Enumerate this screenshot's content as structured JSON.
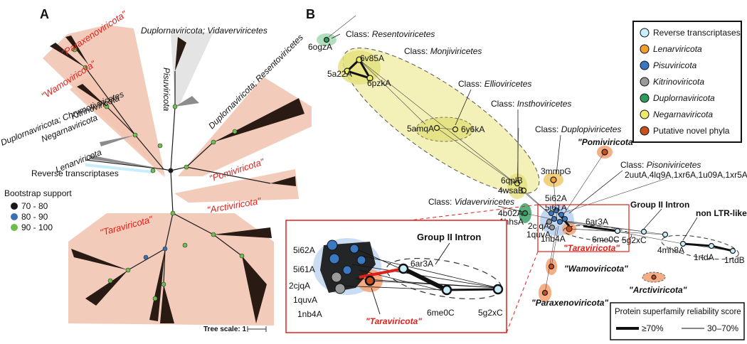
{
  "panel_a": {
    "label": "A",
    "clades": {
      "paraxenoviricota": "\"Paraxenoviricota\"",
      "wamoviricota": "\"Wamoviricota\"",
      "dup_vidaver": "Duplornaviricota; Vidaverviricetes",
      "pisuviricota": "Pisuviricota",
      "dup_resento": "Duplornaviricota; Resentoviricetes",
      "kitrinoviricota": "Kitrinoviricota",
      "negarnaviricota": "Negarnaviricota",
      "dup_chrymo": "Duplornaviricota; Chrymotiviricetes",
      "lenarviricota": "Lenarviricota",
      "reverse_transcriptases": "Reverse transcriptases",
      "pomiviricota": "\"Pomiviricota\"",
      "arctiviricota": "\"Arctiviricota\"",
      "taraviricota": "\"Taraviricota\""
    },
    "legend": {
      "title": "Bootstrap support",
      "items": [
        {
          "label": "70 - 80",
          "color": "#1a1a1a"
        },
        {
          "label": "80 - 90",
          "color": "#3b6fb6"
        },
        {
          "label": "90 - 100",
          "color": "#6cbf4a"
        }
      ]
    },
    "scale_label": "Tree scale: 1"
  },
  "panel_b": {
    "label": "B",
    "classes": {
      "resento": {
        "prefix": "Class: ",
        "name": "Resentoviricetes"
      },
      "monji": {
        "prefix": "Class: ",
        "name": "Monjiviricetes"
      },
      "ellio": {
        "prefix": "Class: ",
        "name": "Ellioviricetes"
      },
      "instho": {
        "prefix": "Class: ",
        "name": "Insthoviricetes"
      },
      "duplopi": {
        "prefix": "Class: ",
        "name": "Duplopiviricetes"
      },
      "pisoni": {
        "prefix": "Class: ",
        "name": "Pisoniviricetes"
      },
      "pisoni_ids": "2uutA,4lq9A,1xr6A,1u09A,1xr5A",
      "vidaver": {
        "prefix": "Class: ",
        "name": "Vidaverviricetes"
      }
    },
    "nodes": {
      "n6ogzA": "6ogzA",
      "n6v85A": "6v85A",
      "n5a22A": "5a22A",
      "n6pzkA": "6pzkA",
      "n5amqA": "5amqA",
      "n6y6kA": "6y6kA",
      "n6qplB": "6qplB",
      "n4wsaB": "4wsaB",
      "n3mmpG": "3mmpG",
      "n5i62A": "5i62A",
      "n5i61A": "5i61A",
      "n4b02A": "4b02A",
      "n1hhsA": "1hhsA",
      "n2cjqA": "2cjqA",
      "n1quvA": "1quvA",
      "n1nb4A": "1nb4A",
      "n6ar3A": "6ar3A",
      "n6me0C": "6me0C",
      "n5g2xC": "5g2xC",
      "n4mh8A": "4mh8A",
      "n1rtdA": "1rtdA",
      "n1rtdB": "1rtdB"
    },
    "group_labels": {
      "pomiviricota": "\"Pomiviricota\"",
      "taraviricota": "\"Taraviricota\"",
      "wamoviricota": "\"Wamoviricota\"",
      "arctiviricota": "\"Arctiviricota\"",
      "paraxenoviricota": "\"Paraxenoviricota\"",
      "group_ii": "Group II Intron",
      "non_ltr": "non LTR-like"
    },
    "inset": {
      "nodes": {
        "n5i62A": "5i62A",
        "n5i61A": "5i61A",
        "n2cjqA": "2cjqA",
        "n1quvA": "1quvA",
        "n1nb4A": "1nb4A",
        "n6ar3A": "6ar3A",
        "n6me0C": "6me0C",
        "n5g2xC": "5g2xC"
      },
      "group_ii": "Group II Intron",
      "taraviricota": "\"Taraviricota\""
    },
    "legend": {
      "items": [
        {
          "label": "Reverse transcriptases",
          "color": "#c9eefb"
        },
        {
          "label": "Lenarviricota",
          "color": "#f0a030"
        },
        {
          "label": "Pisuviricota",
          "color": "#3a78c2"
        },
        {
          "label": "Kitrinoviricota",
          "color": "#9a9a9a"
        },
        {
          "label": "Duplornaviricota",
          "color": "#2e9a5c"
        },
        {
          "label": "Negarnaviricota",
          "color": "#ecec6a"
        },
        {
          "label": "Putative novel phyla",
          "color": "#c8501e"
        }
      ]
    },
    "score_legend": {
      "title": "Protein superfamily reliability score",
      "high": "≥70%",
      "low": "30–70%"
    }
  }
}
